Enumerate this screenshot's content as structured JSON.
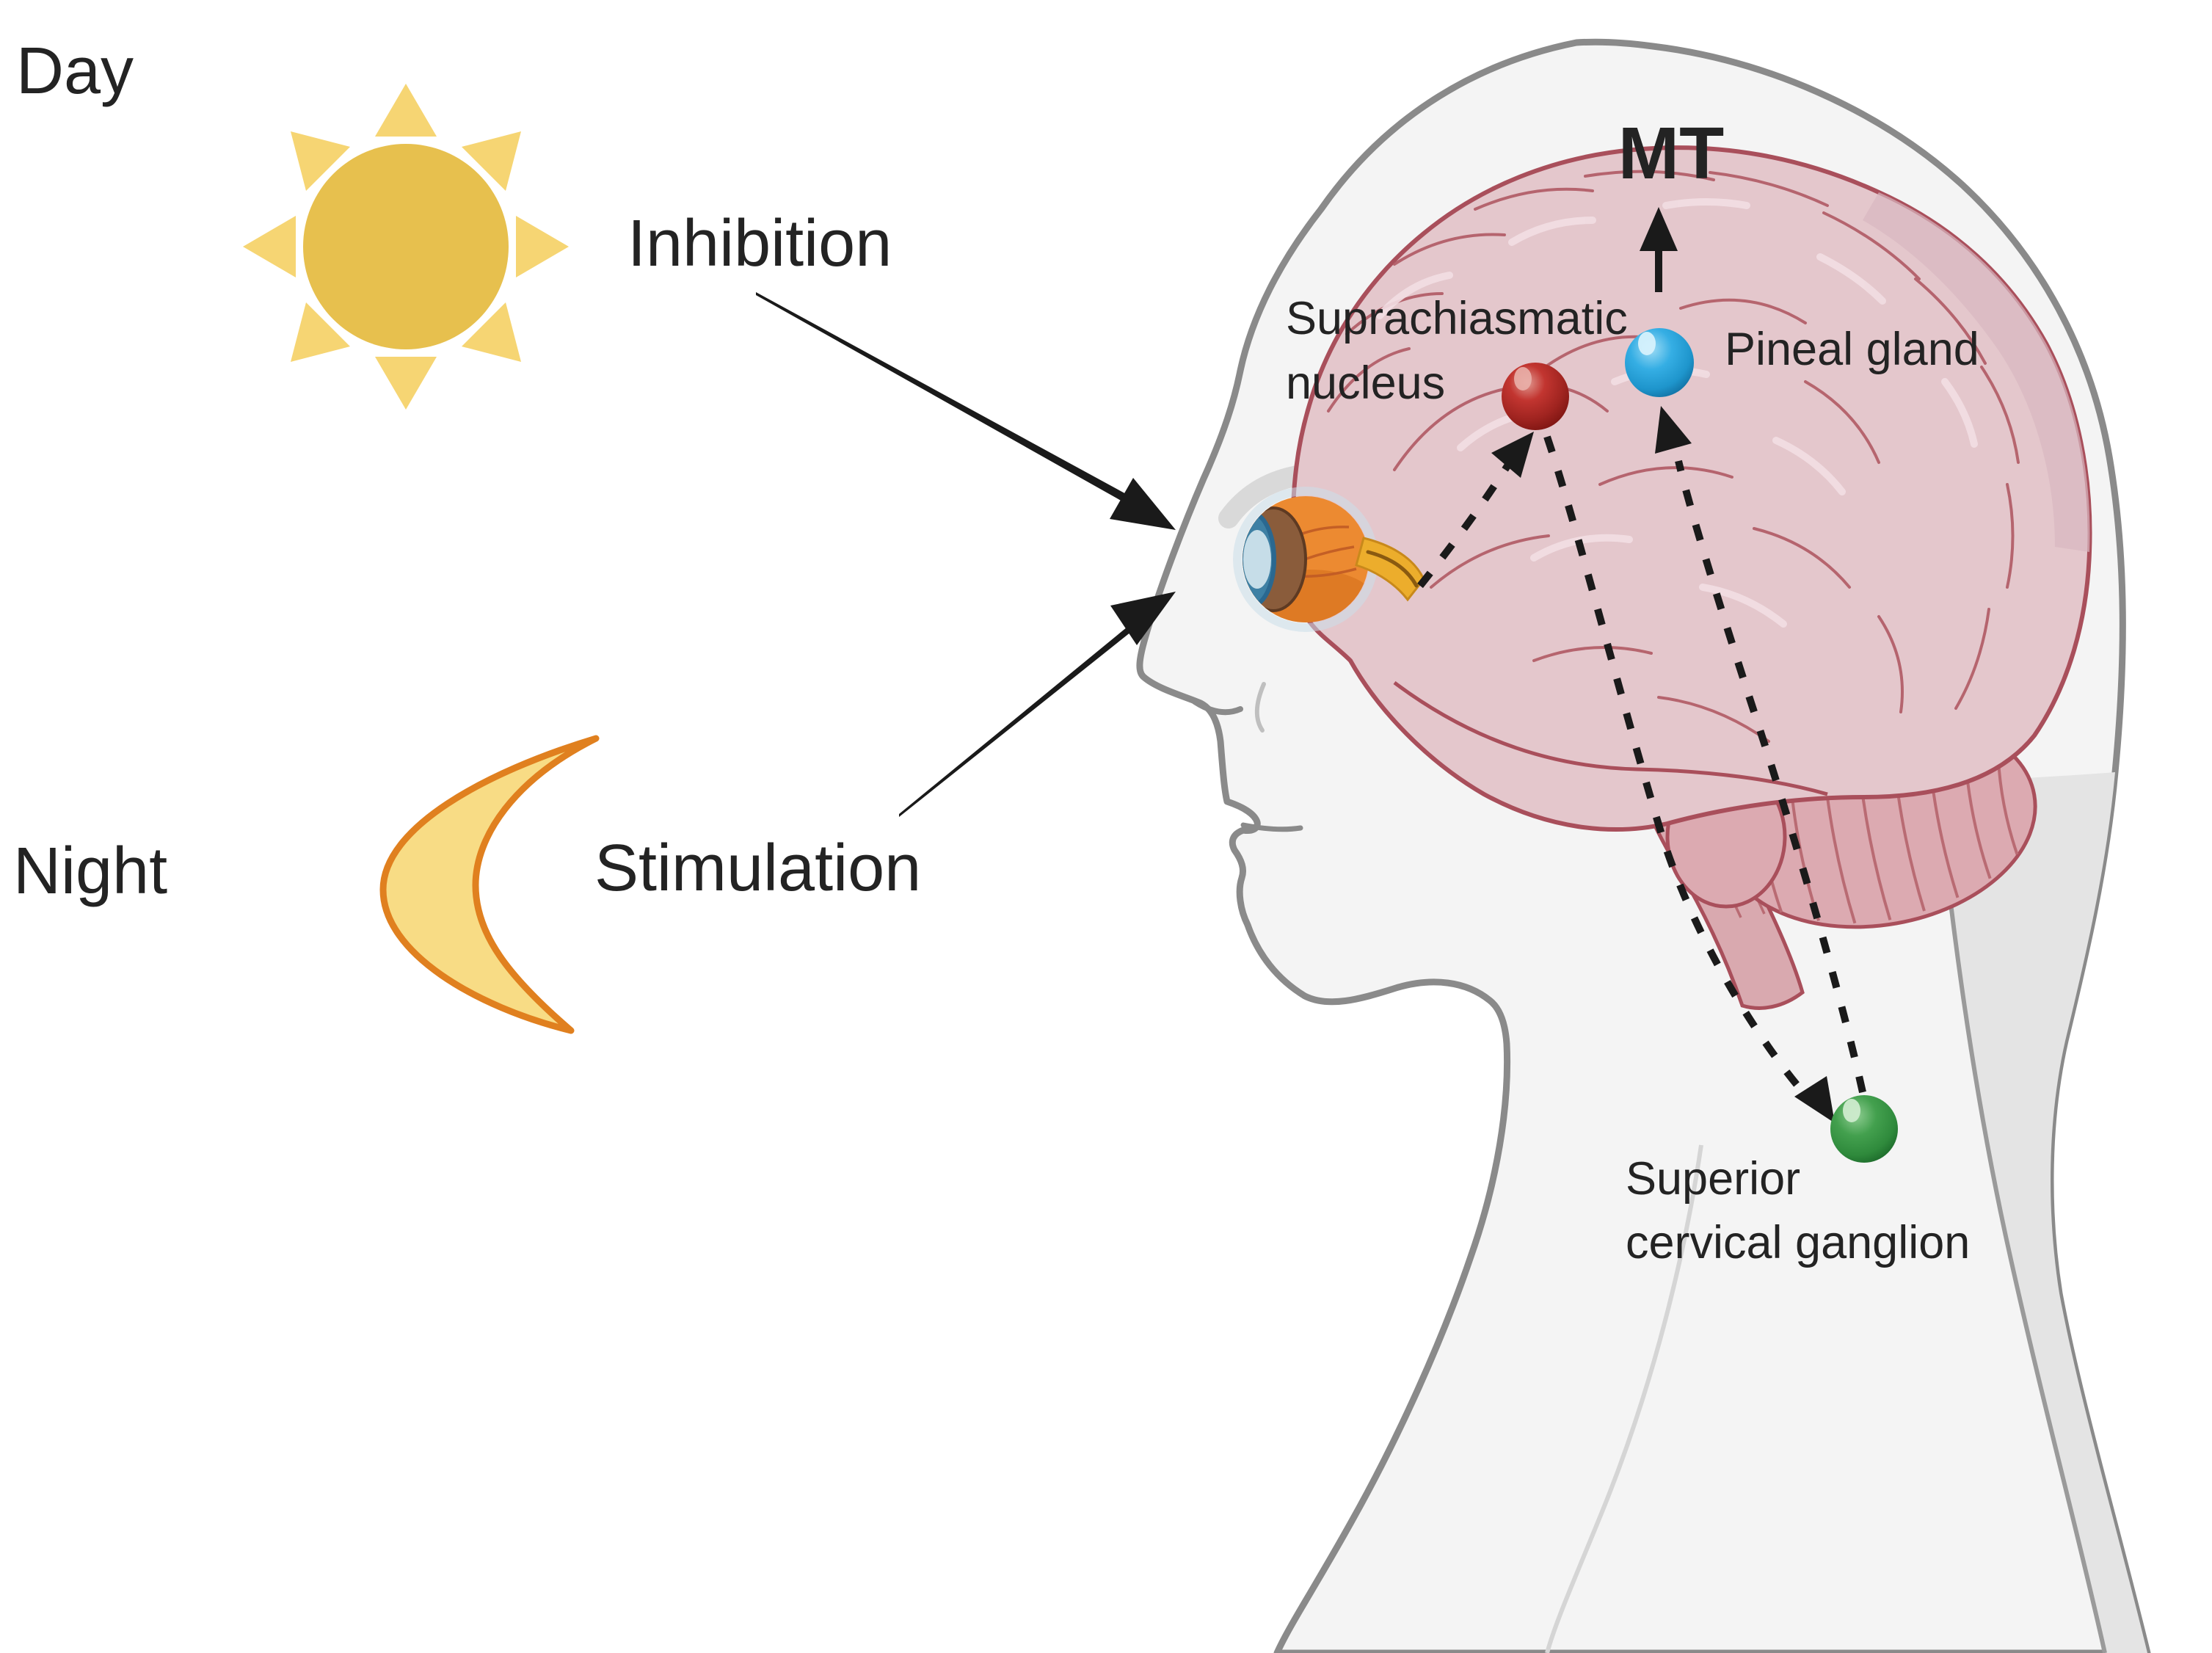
{
  "figure": {
    "scene": {
      "day_label": "Day",
      "night_label": "Night",
      "inhibition_label": "Inhibition",
      "stimulation_label": "Stimulation"
    },
    "brain": {
      "mt_label": "MT",
      "scn_label_line1": "Suprachiasmatic",
      "scn_label_line2": "nucleus",
      "pineal_label": "Pineal gland",
      "scg_label_line1": "Superior",
      "scg_label_line2": "cervical ganglion"
    },
    "icons": {
      "sun": "sun-icon",
      "moon": "moon-icon",
      "eye": "eye-icon",
      "brain": "brain-icon",
      "head": "head-profile"
    },
    "colors": {
      "sun_core": "#E7C04E",
      "sun_rays": "#F6D573",
      "moon_fill": "#F8DC85",
      "moon_outline": "#E0801F",
      "head_fill": "#F4F4F4",
      "head_outline": "#8A8A8A",
      "neck_shade": "#E4E4E4",
      "brain_fill": "#E4C7CC",
      "brain_outline": "#A94F5B",
      "cerebellum_fill": "#DCAAB1",
      "eye_orange": "#EC8A31",
      "cornea_blue": "#3E80A4",
      "optic_nerve_yellow": "#ECAD2C",
      "scn_red": "#B12B26",
      "pineal_blue": "#29A7E1",
      "scg_green": "#3B9146",
      "arrow_black": "#1A1A1A"
    }
  }
}
